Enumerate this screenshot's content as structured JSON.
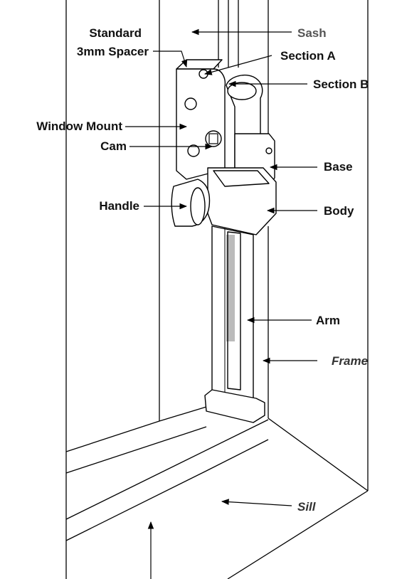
{
  "labels": {
    "standard": "Standard",
    "spacer": "3mm Spacer",
    "sash": "Sash",
    "section_a": "Section A",
    "section_b": "Section B",
    "window_mount": "Window Mount",
    "cam": "Cam",
    "base": "Base",
    "handle": "Handle",
    "body": "Body",
    "arm": "Arm",
    "frame": "Frame",
    "sill": "Sill"
  }
}
